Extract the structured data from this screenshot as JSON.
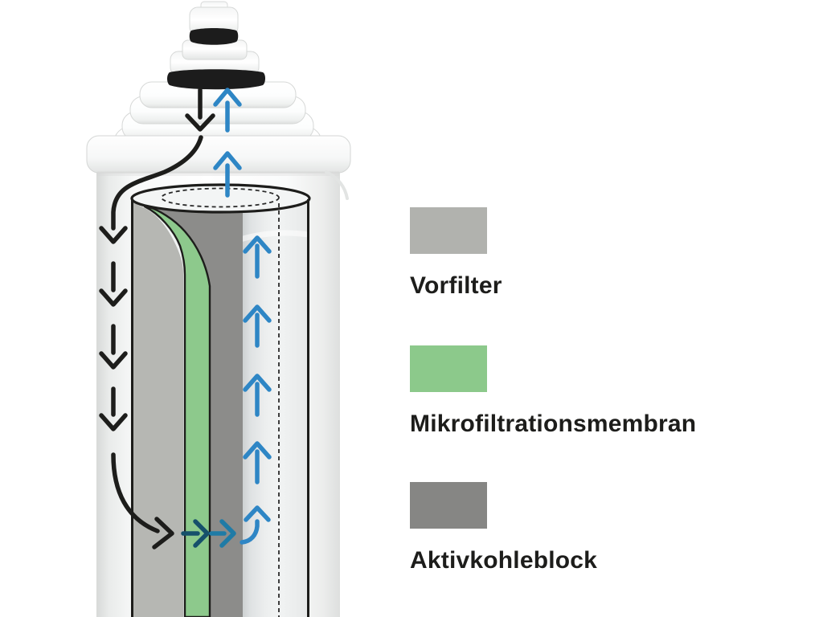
{
  "legend": {
    "text_color": "#1d1d1b",
    "items": [
      {
        "label": "Vorfilter",
        "color": "#b1b2ae"
      },
      {
        "label": "Mikrofiltrationsmembran",
        "color": "#8cc98b"
      },
      {
        "label": "Aktivkohleblock",
        "color": "#868684"
      }
    ]
  },
  "diagram": {
    "layers": {
      "vorfilter": "#b6b7b3",
      "membran": "#8dc98c",
      "aktivkohle": "#8c8c8a"
    },
    "arrows": {
      "unfiltered": "#1d1d1b",
      "filtered": "#2e86c5",
      "membrane_pass": "#16506b",
      "carbon_pass": "#1f7ba6"
    },
    "ink": "#1d1d1b",
    "oring_color": "#1c1c1c"
  }
}
